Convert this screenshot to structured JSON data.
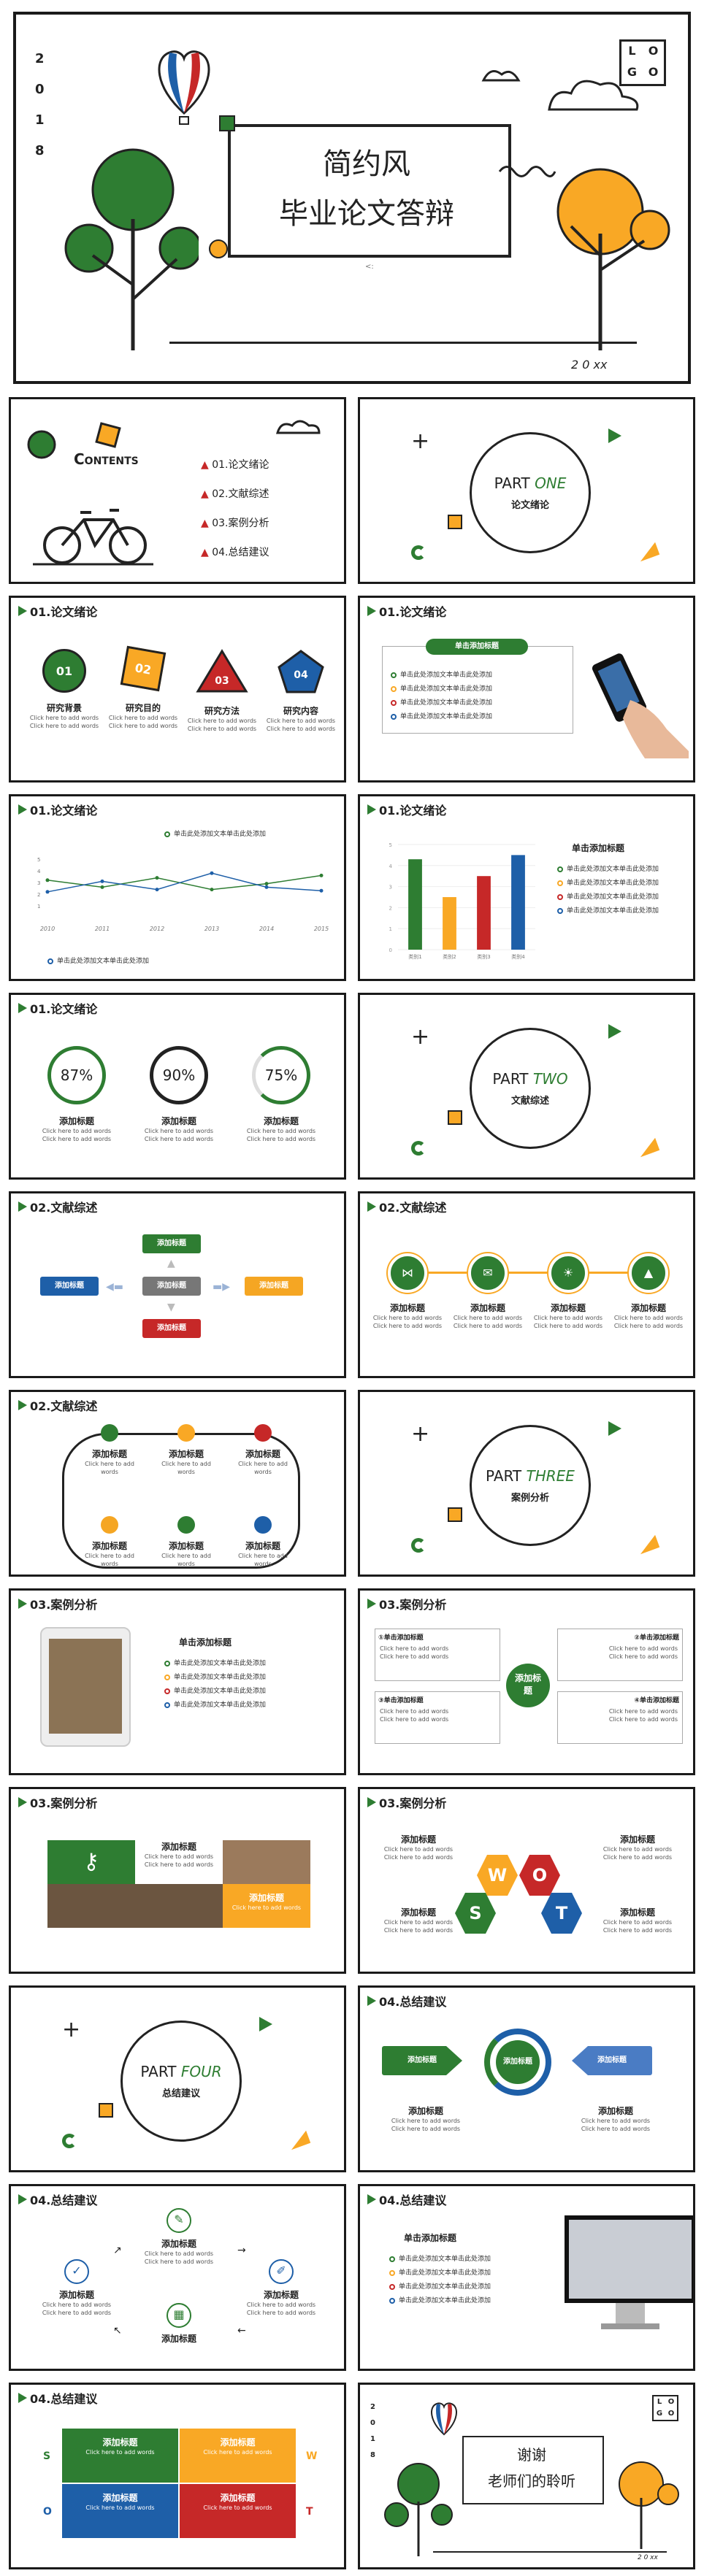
{
  "cover": {
    "year": [
      "2",
      "0",
      "1",
      "8"
    ],
    "title1": "简约风",
    "title2": "毕业论文答辩",
    "date": "2 0 xx",
    "logo": [
      "L",
      "O",
      "G",
      "O"
    ],
    "mark": "<:"
  },
  "contents": {
    "label": "Contents",
    "items": [
      "01.论文绪论",
      "02.文献综述",
      "03.案例分析",
      "04.总结建议"
    ]
  },
  "parts": [
    {
      "word": "PART",
      "num": "ONE",
      "sub": "论文绪论"
    },
    {
      "word": "PART",
      "num": "TWO",
      "sub": "文献综述"
    },
    {
      "word": "PART",
      "num": "THREE",
      "sub": "案例分析"
    },
    {
      "word": "PART",
      "num": "FOUR",
      "sub": "总结建议"
    }
  ],
  "sec": {
    "s1": "01.论文绪论",
    "s2": "02.文献综述",
    "s3": "03.案例分析",
    "s4": "04.总结建议"
  },
  "s3a": {
    "badges": [
      "01",
      "02",
      "03",
      "04"
    ],
    "titles": [
      "研究背景",
      "研究目的",
      "研究方法",
      "研究内容"
    ],
    "desc": "Click here to add words"
  },
  "s4a": {
    "btn": "单击添加标题",
    "items": [
      "单击此处添加文本单击此处添加",
      "单击此处添加文本单击此处添加",
      "单击此处添加文本单击此处添加",
      "单击此处添加文本单击此处添加"
    ]
  },
  "s5": {
    "legend1": "单击此处添加文本单击此处添加",
    "legend2": "单击此处添加文本单击此处添加"
  },
  "chart_data": {
    "type": "line",
    "x": [
      "2010",
      "2011",
      "2012",
      "2013",
      "2014",
      "2015"
    ],
    "ylim": [
      0,
      5
    ],
    "yticks": [
      "5",
      "4",
      "3",
      "2",
      "1"
    ],
    "series": [
      {
        "values": [
          3.2,
          2.6,
          3.4,
          2.4,
          2.9,
          3.6
        ]
      },
      {
        "values": [
          2.2,
          3.1,
          2.4,
          3.8,
          2.6,
          2.3
        ]
      }
    ]
  },
  "bar_chart": {
    "type": "bar",
    "categories": [
      "类别1",
      "类别2",
      "类别3",
      "类别4"
    ],
    "values": [
      4.3,
      2.5,
      3.5,
      4.5
    ],
    "colors": [
      "#2e7d32",
      "#f9a825",
      "#c62828",
      "#1e5fa8"
    ]
  },
  "s7": {
    "title": "单击添加标题"
  },
  "s8": {
    "pcts": [
      "87%",
      "90%",
      "75%"
    ],
    "title": "添加标题",
    "desc": "Click here to add words"
  },
  "s10": {
    "center": "添加标题",
    "top": "添加标题",
    "left": "添加标题",
    "right": "添加标题",
    "bottom": "添加标题"
  },
  "s11": {
    "title": "添加标题",
    "desc": "Click here to add words"
  },
  "s12": {
    "title": "添加标题",
    "desc": "Click here to add words"
  },
  "s15": {
    "title": "添加标题",
    "t1": "①单击添加标题",
    "t2": "②单击添加标题",
    "t3": "③单击添加标题",
    "t4": "④单击添加标题",
    "desc": "Click here to add words"
  },
  "s16": {
    "title": "添加标题",
    "desc": "Click here to add words"
  },
  "s17": {
    "title": "添加标题",
    "letters": [
      "S",
      "W",
      "O",
      "T"
    ],
    "desc": "Click here to add words"
  },
  "s19": {
    "left": "添加标题",
    "mid": "添加标题",
    "right": "添加标题",
    "title": "添加标题",
    "desc": "Click here to add words"
  },
  "s20": {
    "title": "添加标题",
    "desc": "Click here to add words"
  },
  "s22": {
    "title": "添加标题",
    "desc": "Click here to add words",
    "letters": [
      "S",
      "W",
      "O",
      "T"
    ]
  },
  "end": {
    "year": [
      "2",
      "0",
      "1",
      "8"
    ],
    "t1": "谢谢",
    "t2": "老师们的聆听",
    "date": "2 0 xx",
    "logo": [
      "L",
      "O",
      "G",
      "O"
    ]
  },
  "colors": {
    "green": "#2e7d32",
    "yellow": "#f9a825",
    "red": "#c62828",
    "blue": "#1e5fa8",
    "orange": "#f5a623"
  }
}
